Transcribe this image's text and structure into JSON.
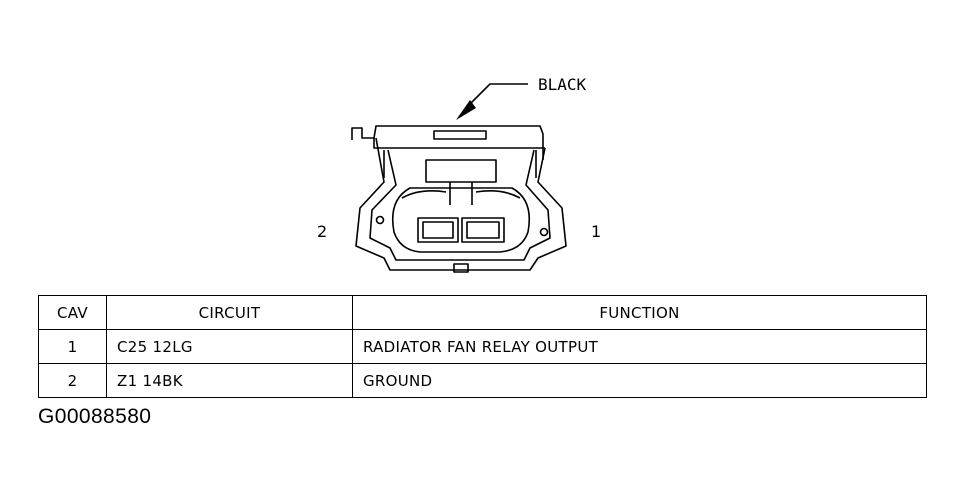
{
  "connector": {
    "callout": "BLACK",
    "pin_left_label": "2",
    "pin_right_label": "1"
  },
  "table": {
    "headers": [
      "CAV",
      "CIRCUIT",
      "FUNCTION"
    ],
    "rows": [
      {
        "cav": "1",
        "circuit": "C25 12LG",
        "function": "RADIATOR FAN RELAY OUTPUT"
      },
      {
        "cav": "2",
        "circuit": "Z1 14BK",
        "function": "GROUND"
      }
    ]
  },
  "figure_id": "G00088580"
}
